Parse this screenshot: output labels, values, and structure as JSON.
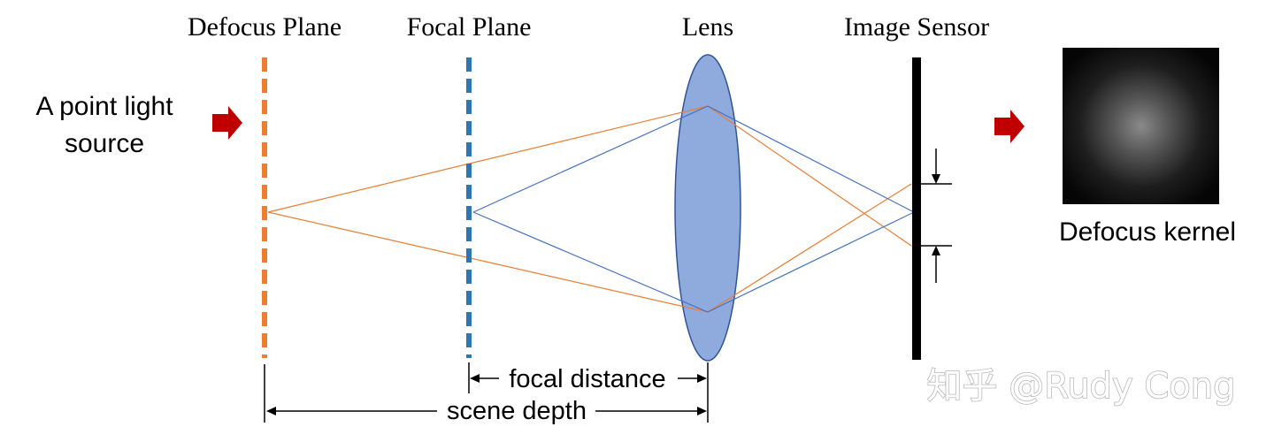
{
  "labels": {
    "defocus_plane": "Defocus Plane",
    "focal_plane": "Focal Plane",
    "lens": "Lens",
    "image_sensor": "Image Sensor",
    "light_source_line1": "A point light",
    "light_source_line2": "source",
    "defocus_kernel": "Defocus kernel",
    "focal_distance": "focal distance",
    "scene_depth": "scene depth"
  },
  "watermark": {
    "text": "知乎 @Rudy Cong"
  },
  "colors": {
    "defocus_plane": "#ED7D31",
    "focal_plane": "#2E75B6",
    "lens_fill": "#8FAADC",
    "lens_stroke": "#2F5597",
    "orange_rays": "#ED7D31",
    "blue_rays": "#4472C4",
    "arrow_red": "#C00000",
    "sensor": "#000000"
  },
  "icons": {
    "input_arrow": "right-arrow-icon",
    "output_arrow": "right-arrow-icon"
  }
}
